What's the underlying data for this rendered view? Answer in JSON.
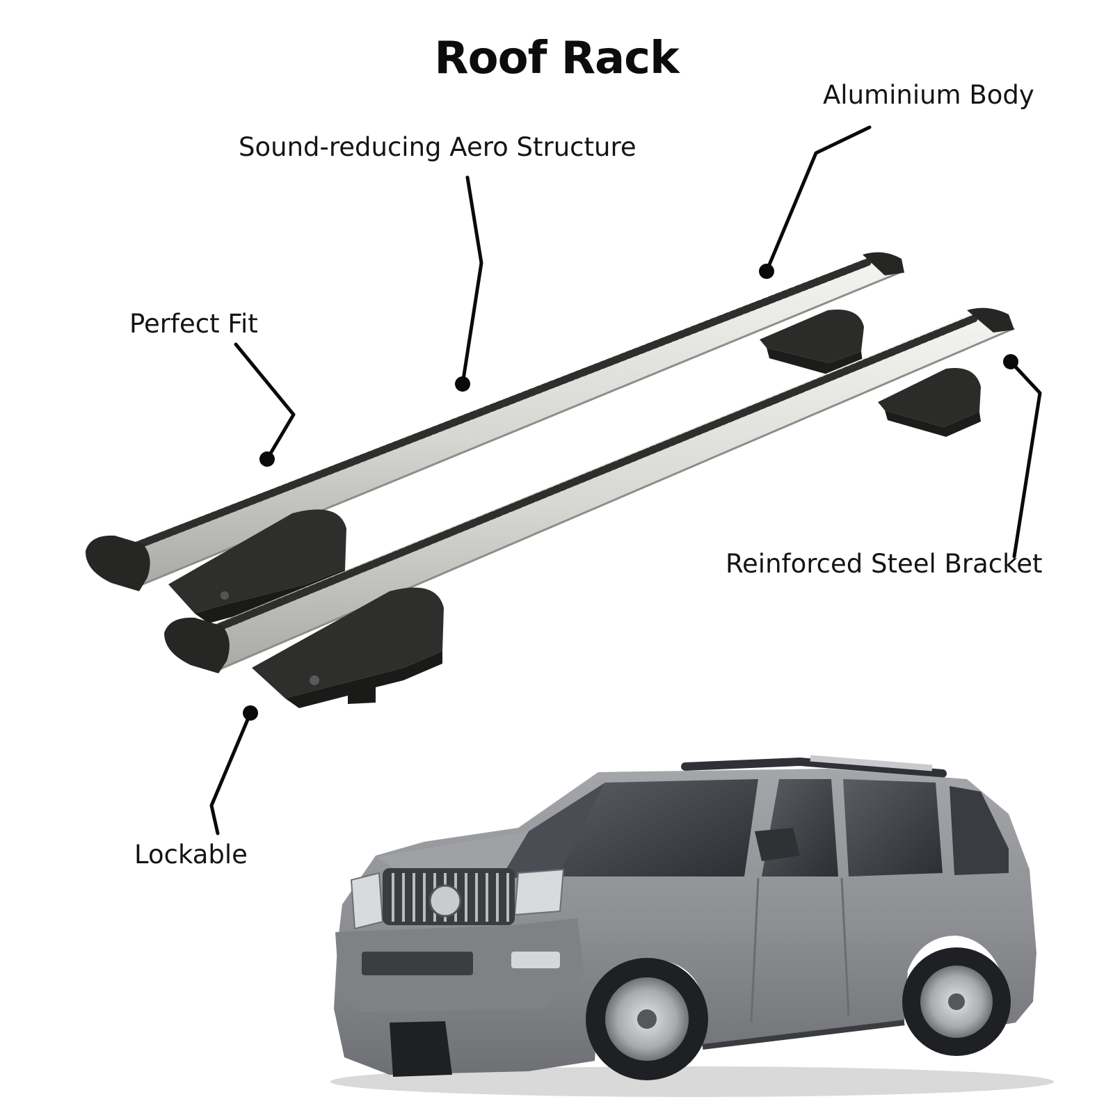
{
  "title": "Roof Rack",
  "callouts": {
    "aluminium_body": "Aluminium Body",
    "aero_structure": "Sound-reducing Aero Structure",
    "perfect_fit": "Perfect Fit",
    "steel_bracket": "Reinforced Steel Bracket",
    "lockable": "Lockable"
  },
  "icons": {
    "product": "roof-rack-crossbars-illustration",
    "vehicle": "suv-illustration"
  },
  "colors": {
    "background": "#ffffff",
    "text": "#141414",
    "leader_line": "#0a0a0a",
    "bar_silver": "#d4d5d0",
    "foot_black": "#262624",
    "suv_gray": "#8f9195"
  }
}
